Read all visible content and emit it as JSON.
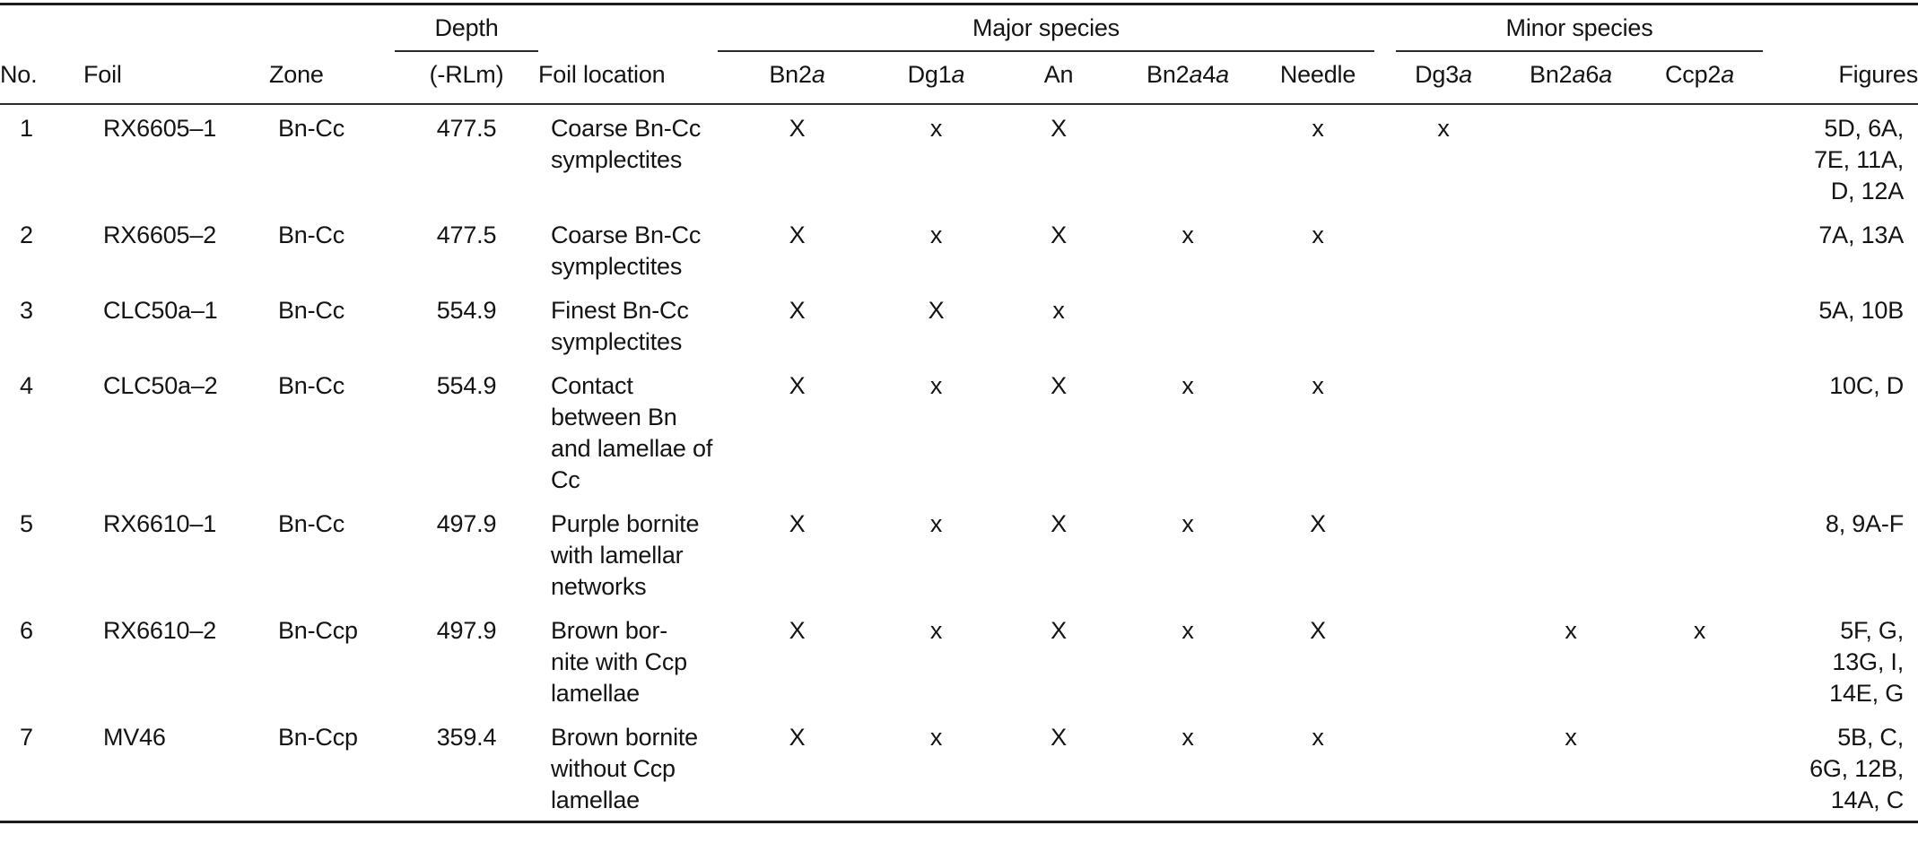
{
  "page": {
    "background": "#ffffff",
    "text_color": "#141414",
    "rule_color": "#2b2b2b"
  },
  "table": {
    "group_headers": {
      "depth": "Depth",
      "major_species": "Major species",
      "minor_species": "Minor species"
    },
    "column_headers": {
      "no": "No.",
      "foil": "Foil",
      "zone": "Zone",
      "depth_unit": "(-RLm)",
      "foil_location": "Foil location",
      "figures": "Figures",
      "species": [
        {
          "name": "Bn2a",
          "parts": [
            {
              "t": "Bn2"
            },
            {
              "t": "a",
              "i": true
            }
          ]
        },
        {
          "name": "Dg1a",
          "parts": [
            {
              "t": "Dg1"
            },
            {
              "t": "a",
              "i": true
            }
          ]
        },
        {
          "name": "An",
          "parts": [
            {
              "t": "An"
            }
          ]
        },
        {
          "name": "Bn2a4a",
          "parts": [
            {
              "t": "Bn2"
            },
            {
              "t": "a",
              "i": true
            },
            {
              "t": "4"
            },
            {
              "t": "a",
              "i": true
            }
          ]
        },
        {
          "name": "Needle",
          "parts": [
            {
              "t": "Needle"
            }
          ]
        },
        {
          "name": "Dg3a",
          "parts": [
            {
              "t": "Dg3"
            },
            {
              "t": "a",
              "i": true
            }
          ]
        },
        {
          "name": "Bn2a6a",
          "parts": [
            {
              "t": "Bn2"
            },
            {
              "t": "a",
              "i": true
            },
            {
              "t": "6"
            },
            {
              "t": "a",
              "i": true
            }
          ]
        },
        {
          "name": "Ccp2a",
          "parts": [
            {
              "t": "Ccp2"
            },
            {
              "t": "a",
              "i": true
            }
          ]
        }
      ]
    },
    "rows": [
      {
        "no": "1",
        "foil": "RX6605–1",
        "zone": "Bn-Cc",
        "depth": "477.5",
        "location": "Coarse Bn-Cc\nsymplectites",
        "marks": [
          "X",
          "x",
          "X",
          "",
          "x",
          "x",
          "",
          ""
        ],
        "figures": "5D, 6A,\n7E, 11A,\nD, 12A"
      },
      {
        "no": "2",
        "foil": "RX6605–2",
        "zone": "Bn-Cc",
        "depth": "477.5",
        "location": "Coarse Bn-Cc\nsymplectites",
        "marks": [
          "X",
          "x",
          "X",
          "x",
          "x",
          "",
          "",
          ""
        ],
        "figures": "7A, 13A"
      },
      {
        "no": "3",
        "foil": "CLC50a–1",
        "zone": "Bn-Cc",
        "depth": "554.9",
        "location": "Finest Bn-Cc\nsymplectites",
        "marks": [
          "X",
          "X",
          "x",
          "",
          "",
          "",
          "",
          ""
        ],
        "figures": "5A, 10B"
      },
      {
        "no": "4",
        "foil": "CLC50a–2",
        "zone": "Bn-Cc",
        "depth": "554.9",
        "location": "Contact\nbetween Bn\nand lamellae of\nCc",
        "marks": [
          "X",
          "x",
          "X",
          "x",
          "x",
          "",
          "",
          ""
        ],
        "figures": "10C, D"
      },
      {
        "no": "5",
        "foil": "RX6610–1",
        "zone": "Bn-Cc",
        "depth": "497.9",
        "location": "Purple bornite\nwith lamellar\nnetworks",
        "marks": [
          "X",
          "x",
          "X",
          "x",
          "X",
          "",
          "",
          ""
        ],
        "figures": "8, 9A-F"
      },
      {
        "no": "6",
        "foil": "RX6610–2",
        "zone": "Bn-Ccp",
        "depth": "497.9",
        "location": "Brown bor-\nnite with Ccp\nlamellae",
        "marks": [
          "X",
          "x",
          "X",
          "x",
          "X",
          "",
          "x",
          "x"
        ],
        "figures": "5F, G,\n13G, I,\n14E, G"
      },
      {
        "no": "7",
        "foil": "MV46",
        "zone": "Bn-Ccp",
        "depth": "359.4",
        "location": "Brown bornite\nwithout Ccp\nlamellae",
        "marks": [
          "X",
          "x",
          "X",
          "x",
          "x",
          "",
          "x",
          ""
        ],
        "figures": "5B, C,\n6G, 12B,\n14A, C"
      }
    ]
  }
}
